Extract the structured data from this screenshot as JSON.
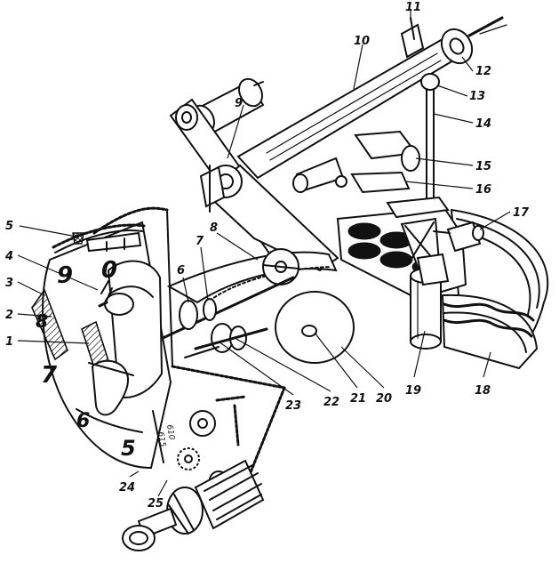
{
  "dial": {
    "numerals": [
      "9",
      "0",
      "8",
      "7",
      "6",
      "5"
    ]
  },
  "scale": {
    "labels": [
      "610",
      "615"
    ]
  },
  "callouts": [
    "1",
    "2",
    "3",
    "4",
    "5",
    "6",
    "7",
    "8",
    "9",
    "10",
    "11",
    "12",
    "13",
    "14",
    "15",
    "16",
    "17",
    "18",
    "19",
    "20",
    "21",
    "22",
    "23",
    "24",
    "25"
  ]
}
